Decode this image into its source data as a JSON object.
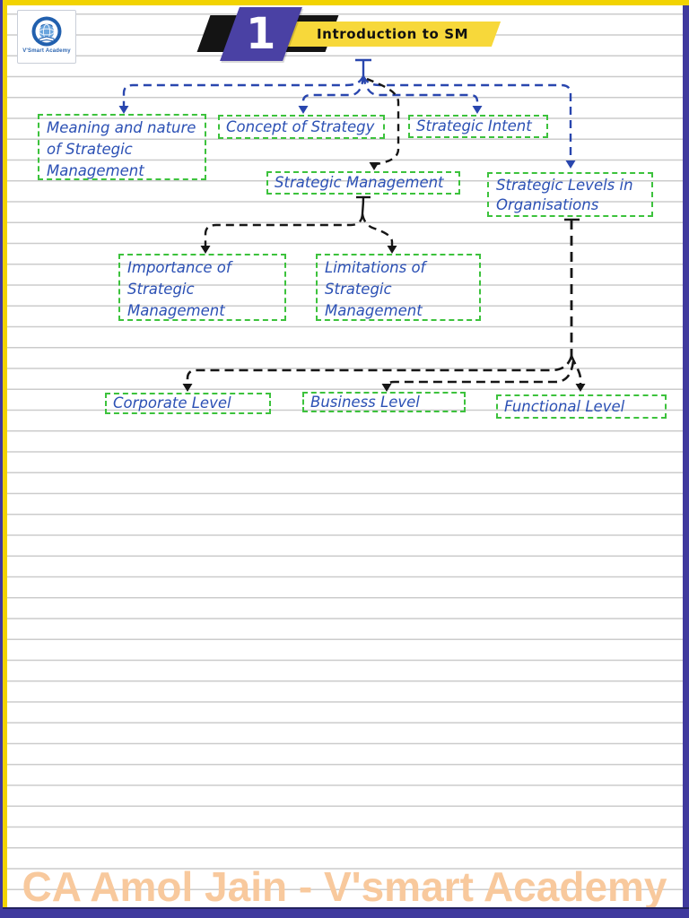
{
  "header": {
    "chapter_number": "1",
    "chapter_title": "Introduction to SM"
  },
  "logo": {
    "caption": "V'Smart Academy"
  },
  "diagram": {
    "nodes": [
      {
        "id": "meaning-nature",
        "lines": [
          "Meaning and nature",
          "of Strategic",
          "Management"
        ]
      },
      {
        "id": "concept-of-strategy",
        "lines": [
          "Concept of Strategy"
        ]
      },
      {
        "id": "strategic-intent",
        "lines": [
          "Strategic Intent"
        ]
      },
      {
        "id": "strategic-management",
        "lines": [
          "Strategic Management"
        ]
      },
      {
        "id": "strategic-levels",
        "lines": [
          "Strategic Levels in",
          "Organisations"
        ]
      },
      {
        "id": "importance",
        "lines": [
          "Importance of",
          "Strategic",
          "Management"
        ]
      },
      {
        "id": "limitations",
        "lines": [
          "Limitations of",
          "Strategic",
          "Management"
        ]
      },
      {
        "id": "corporate-level",
        "lines": [
          "Corporate Level"
        ]
      },
      {
        "id": "business-level",
        "lines": [
          "Business Level"
        ]
      },
      {
        "id": "functional-level",
        "lines": [
          "Functional Level"
        ]
      }
    ]
  },
  "footer": {
    "text": "CA Amol Jain - V'smart Academy"
  },
  "colors": {
    "banner_yellow": "#f7d83a",
    "banner_purple": "#4a41a4",
    "banner_black": "#141414",
    "node_border_green": "#3cc23c",
    "node_text_blue": "#2b50b4",
    "connector_blue": "#2946ae",
    "connector_black": "#161616",
    "footer_peach": "#f8c99d",
    "page_border_purple": "#403a9e",
    "page_border_yellow": "#f2d301",
    "rule_line": "#cbcbcb"
  }
}
